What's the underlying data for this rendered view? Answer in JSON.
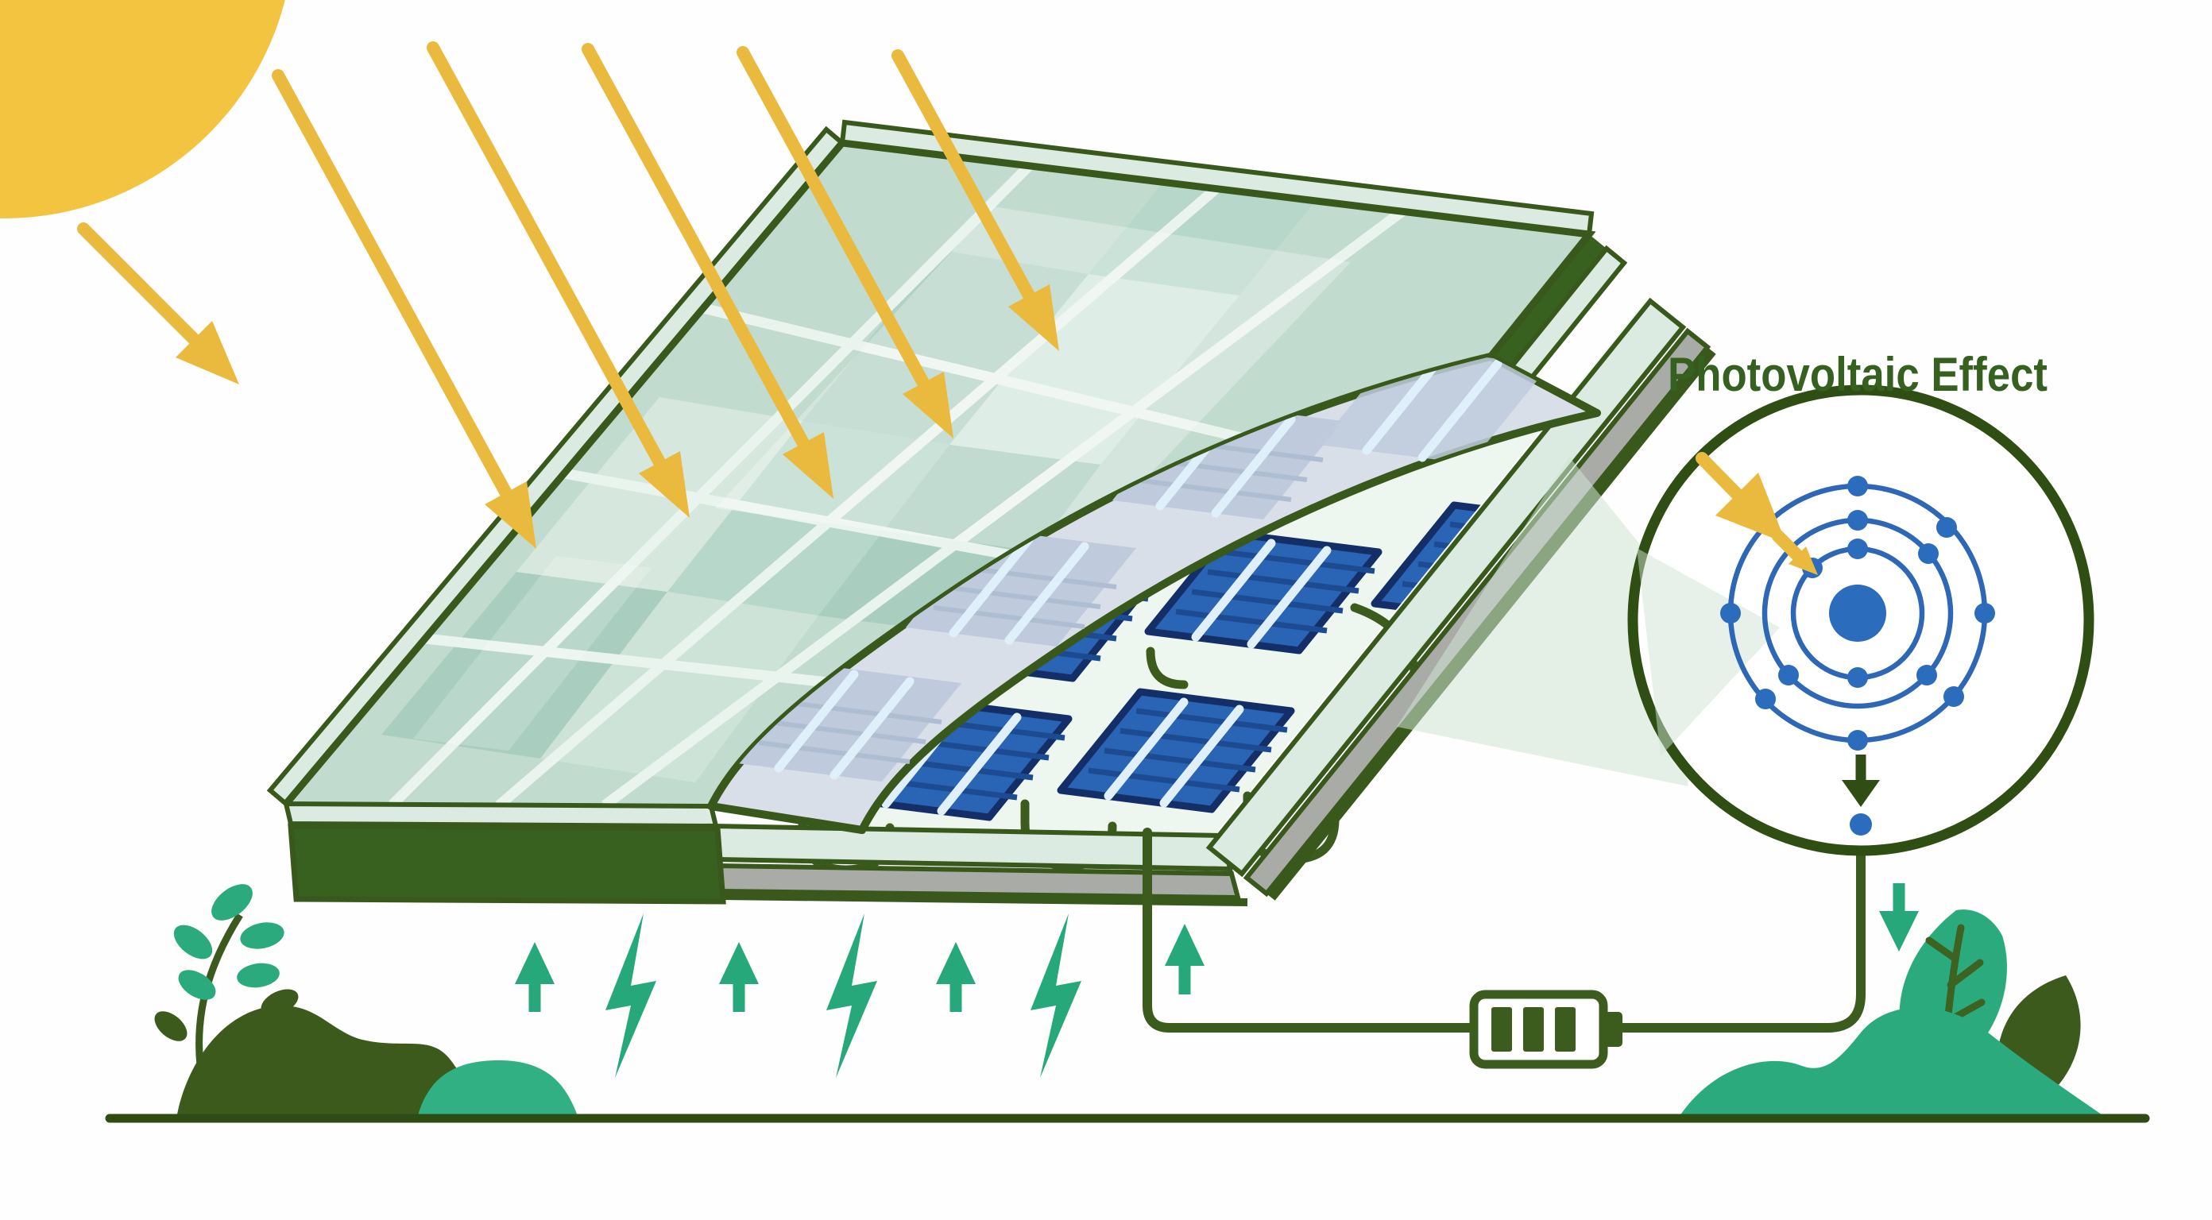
{
  "title": {
    "label": "Photovoltaic Effect"
  },
  "colors": {
    "background": "#fdfefd",
    "sun_yellow": "#f3c440",
    "ray_yellow": "#e9ba3e",
    "wire_green": "#3b5c1d",
    "outline_green": "#39591c",
    "frame_green": "#38601f",
    "text_green": "#35601f",
    "teal_energy": "#27a87a",
    "leaf_teal": "#2bab7d",
    "bush_dark": "#3d5a1d",
    "mound_teal": "#30b083",
    "glass_teal": "#c2dbcf",
    "glass_light": "#dcebe1",
    "panel_under": "#eef6f0",
    "flap_grey": "#d8dfe9",
    "cell_blue": "#2a64b4",
    "cell_blue_dark": "#1d4b92",
    "cell_outline": "#142f68",
    "busbar_white": "#dff0fa",
    "electron_blue": "#2b6cbd",
    "orbit_blue": "#2d67b5",
    "gray_edge": "#a9aba6",
    "cone_green": "#cfe3d3"
  },
  "scene": {
    "sun": "sun-icon",
    "sun_ray_count": 6,
    "short_ray_count": 1,
    "panel": "solar-panel",
    "panel_layers": [
      "glass-cell-layer",
      "photovoltaic-cell-layer"
    ],
    "blue_cell_count": 6,
    "battery": "battery-icon",
    "battery_bars": 3,
    "lightning_bolt_count": 3,
    "up_arrow_count": 4,
    "down_arrow_count": 2,
    "magnifier": "photovoltaic-effect-callout",
    "atom": {
      "orbits": 3,
      "electrons": 14,
      "freed_electrons": 1
    },
    "ground": "ground-line",
    "plants": [
      "leaf-sprig-left",
      "bush-left",
      "mound-left",
      "bush-right",
      "leaf-right"
    ]
  }
}
